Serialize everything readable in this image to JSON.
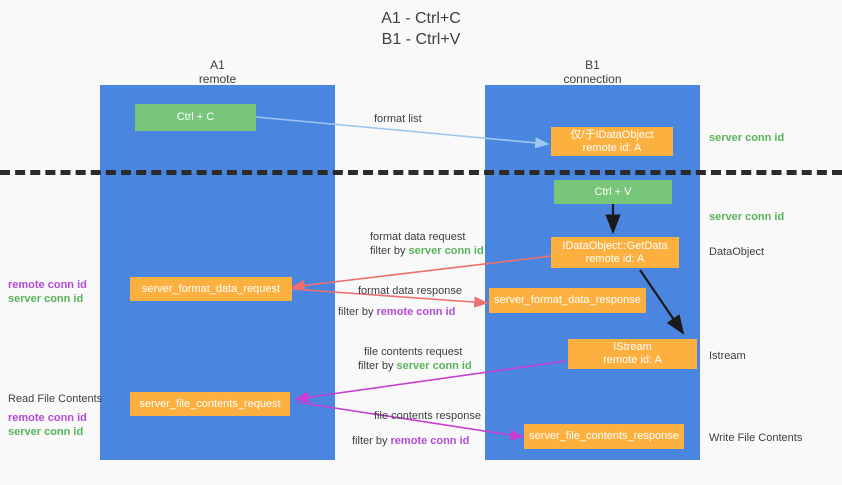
{
  "title": "A1 - Ctrl+C\nB1 - Ctrl+V",
  "columns": [
    {
      "name": "A1",
      "role": "remote"
    },
    {
      "name": "B1",
      "role": "connection"
    }
  ],
  "boxes": {
    "ctrl_c": "Ctrl + C",
    "ctrl_v": "Ctrl + V",
    "idataobject_remote": "仅/于IDataObject\nremote id: A",
    "idataobject_getdata": "IDataObject::GetData\nremote id: A",
    "istream_remote": "IStream\nremote id: A",
    "server_format_data_request": "server_format_data_request",
    "server_format_data_response": "server_format_data_response",
    "server_file_contents_request": "server_file_contents_request",
    "server_file_contents_response": "server_file_contents_response"
  },
  "right_labels": [
    {
      "text": "server conn id",
      "kind": "green"
    },
    {
      "text": "server conn id",
      "kind": "green"
    },
    {
      "text": "DataObject",
      "kind": "dark"
    },
    {
      "text": "Istream",
      "kind": "dark"
    },
    {
      "text": "Write File Contents",
      "kind": "dark"
    }
  ],
  "left_labels": {
    "group1": [
      {
        "text": "remote conn id",
        "kind": "purple"
      },
      {
        "text": "server conn id",
        "kind": "green"
      }
    ],
    "read_file_contents": "Read File Contents",
    "group2": [
      {
        "text": "remote conn id",
        "kind": "purple"
      },
      {
        "text": "server conn id",
        "kind": "green"
      }
    ]
  },
  "arrows": [
    {
      "id": "format-list",
      "caption_line1": "format list",
      "caption_line2": "",
      "filter_prefix": "",
      "filter_target": "",
      "color": "#9fc6ef"
    },
    {
      "id": "format-data-request",
      "caption_line1": "format data request",
      "filter_prefix": "filter by ",
      "filter_target": "server conn id",
      "filter_kind": "green",
      "color": "#ef6f6f"
    },
    {
      "id": "format-data-response",
      "caption_line1": "format data response",
      "filter_prefix": "filter by ",
      "filter_target": "remote conn id",
      "filter_kind": "purple",
      "color": "#ef6f6f"
    },
    {
      "id": "file-contents-request",
      "caption_line1": "file contents request",
      "filter_prefix": "filter by ",
      "filter_target": "server conn id",
      "filter_kind": "green",
      "color": "#c63fd0"
    },
    {
      "id": "file-contents-response",
      "caption_line1": "file contents response",
      "filter_prefix": "filter by ",
      "filter_target": "remote conn id",
      "filter_kind": "purple",
      "color": "#c63fd0"
    }
  ],
  "colors": {
    "lane": "#4a86e0",
    "green_box": "#77c679",
    "orange_box": "#fbb040",
    "green_text": "#59b35c",
    "purple_text": "#b44bd6",
    "background": "#f9f9f9",
    "separator": "#2b2b2b"
  }
}
